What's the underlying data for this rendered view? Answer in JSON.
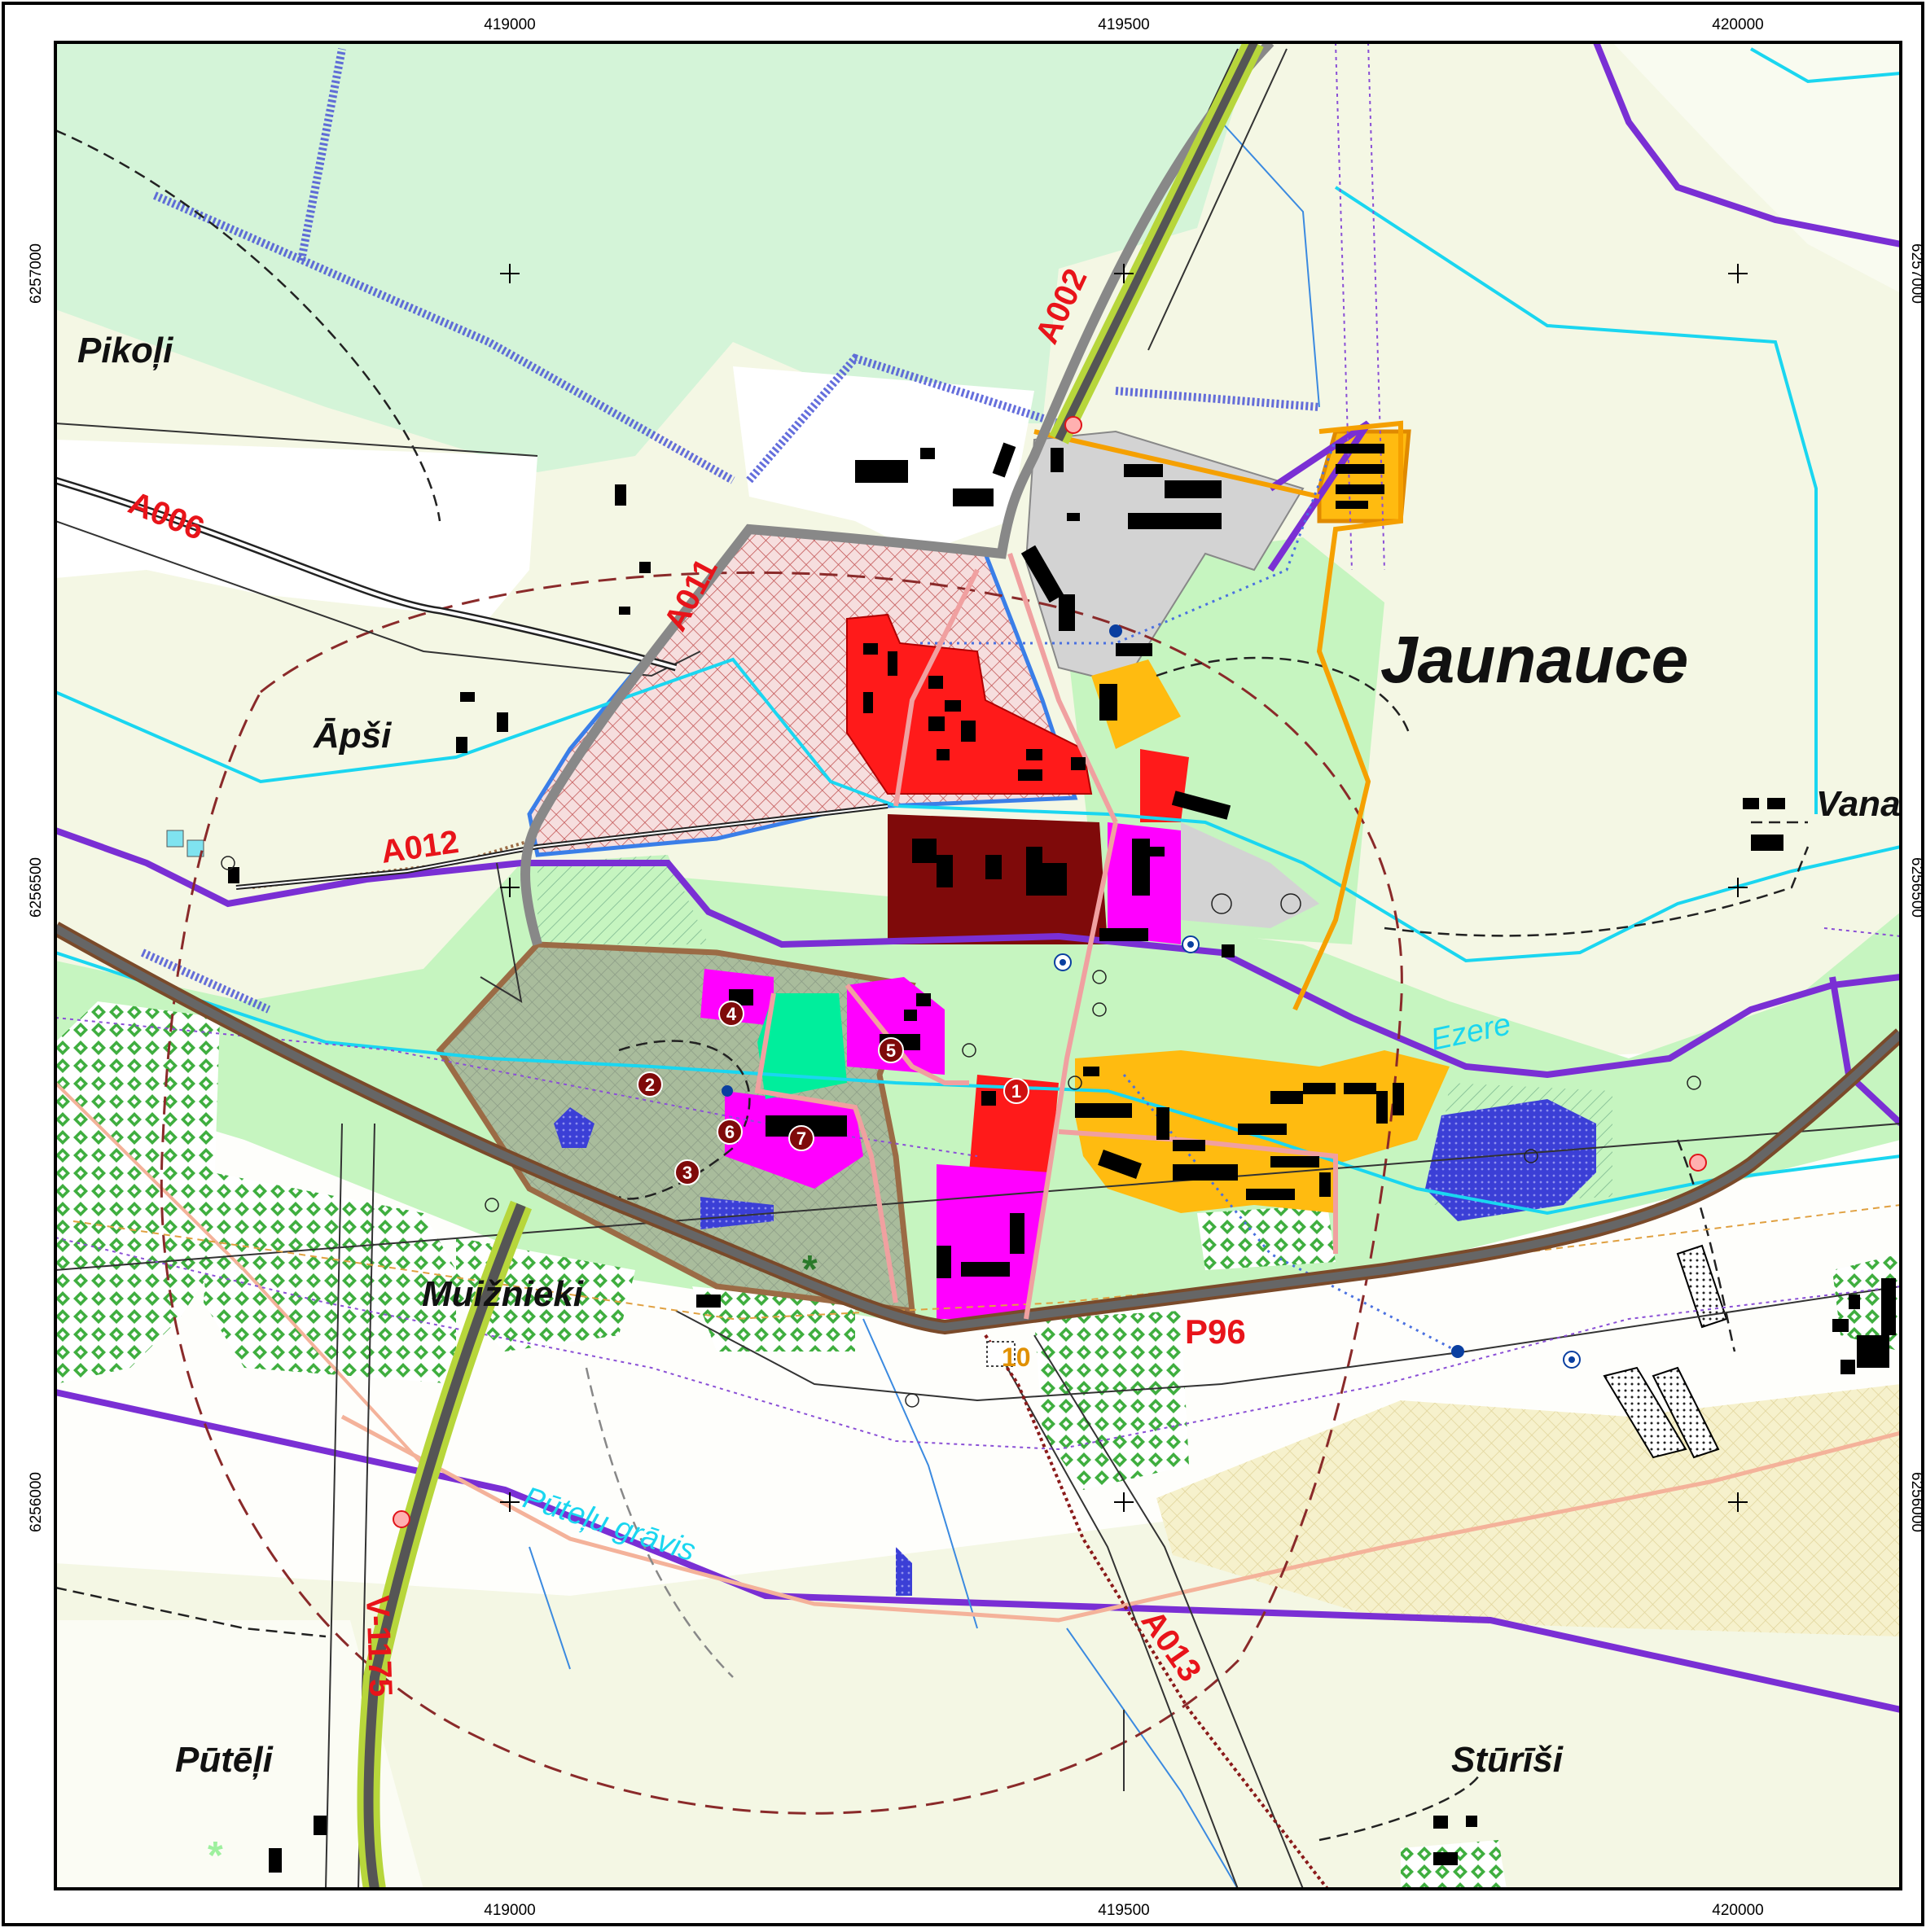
{
  "map": {
    "coordinates": {
      "easting": [
        "419000",
        "419500",
        "420000"
      ],
      "northing": [
        "6257000",
        "6256500",
        "6256000"
      ]
    },
    "place_names": {
      "jaunauce": "Jaunauce",
      "pikoli": "Pikoļi",
      "apsi": "Āpši",
      "muizhnieki": "Muižnieki",
      "puteli": "Pūtēļi",
      "sturisi": "Stūrīši",
      "vana": "Vana"
    },
    "road_labels": {
      "a002": "A002",
      "a006": "A006",
      "a011": "A011",
      "a012": "A012",
      "a013": "A013",
      "p96": "P96",
      "v1175": "V-1175"
    },
    "water_labels": {
      "ezere": "Ezere",
      "putelu_gravis": "Pūteļu grāvis"
    },
    "markers": [
      "1",
      "2",
      "3",
      "4",
      "5",
      "6",
      "7"
    ],
    "map_symbol_label": "10",
    "colors": {
      "meadow": "#c6f5c0",
      "forest": "#d4f4d8",
      "field": "#f4f7e4",
      "industrial": "#d3d3d3",
      "public": "#ff1a1a",
      "commercial": "#ff00ff",
      "residential": "#ffbb10",
      "historic": "#7f0a0a",
      "park": "#00ee9c",
      "water": "#3b3fd6",
      "main_road": "#555555",
      "road_casing": "#b08060",
      "boundary": "#7a2fd4",
      "river": "#1ad6f0",
      "road_label": "#e8141a"
    }
  }
}
